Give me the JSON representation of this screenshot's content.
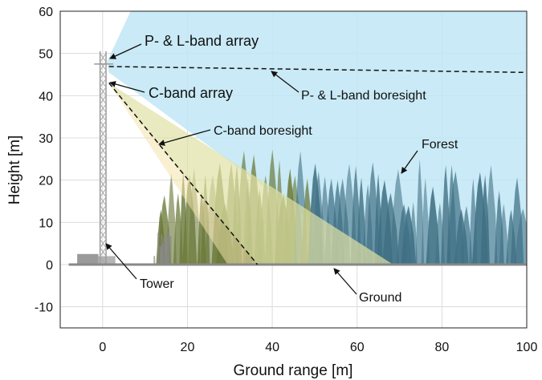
{
  "chart_data": {
    "type": "diagram",
    "xlabel": "Ground range [m]",
    "ylabel": "Height [m]",
    "xlim": [
      -10,
      100
    ],
    "ylim": [
      -15,
      60
    ],
    "xticks": [
      "0",
      "20",
      "40",
      "60",
      "80",
      "100"
    ],
    "yticks": [
      "-10",
      "0",
      "10",
      "20",
      "30",
      "40",
      "50",
      "60"
    ],
    "grid": true,
    "colors": {
      "pl_beam": "#bfe6f5",
      "c_beam": "#f3e3ab",
      "forest_dark": "#3f6f83",
      "forest_olive": "#6b7a3a",
      "tower": "#9a9a9a",
      "ground": "#888888"
    },
    "geometry": {
      "pl_array": {
        "x": 1.5,
        "y": 47.5
      },
      "c_array": {
        "x": 1.5,
        "y": 43.0
      },
      "pl_boresight_end": {
        "x": 100,
        "y": 45.5
      },
      "c_boresight_end": {
        "x": 36.5,
        "y": 0
      },
      "c_beam_far_edge": {
        "x": 68.5,
        "y": 0
      },
      "c_beam_near_edge": {
        "x": 29.5,
        "y": 0
      }
    },
    "annotations": {
      "pl_array": "P- & L-band array",
      "c_array": "C-band array",
      "pl_boresight": "P- & L-band boresight",
      "c_boresight": "C-band boresight",
      "forest": "Forest",
      "tower": "Tower",
      "ground": "Ground"
    }
  }
}
